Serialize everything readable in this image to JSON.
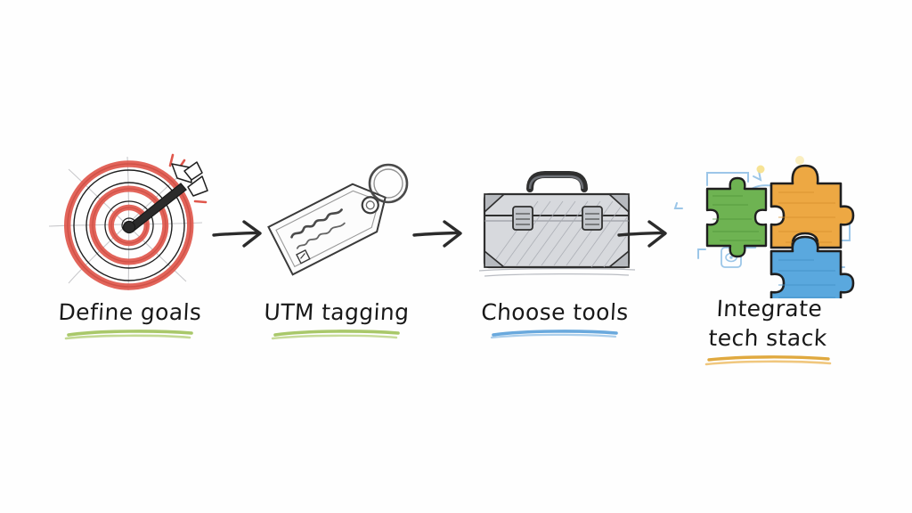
{
  "diagram": {
    "title": "Marketing analytics setup workflow",
    "style": "hand-drawn sketch",
    "background_color": "#fefefe",
    "orientation": "horizontal left-to-right"
  },
  "steps": [
    {
      "index": 1,
      "label": "Define goals",
      "icon_name": "target-bullseye-with-arrow-icon",
      "underline_color": "#a9c86a",
      "accent_color": "#e0574c"
    },
    {
      "index": 2,
      "label": "UTM tagging",
      "icon_name": "luggage-tag-icon",
      "underline_color": "#a9c86a",
      "accent_color": "#6f6f6f",
      "tag_text": "illegible handwritten scribble"
    },
    {
      "index": 3,
      "label": "Choose tools",
      "icon_name": "toolbox-case-icon",
      "underline_color": "#6aa9dd",
      "accent_color": "#8d9096"
    },
    {
      "index": 4,
      "label": "Integrate\ntech stack",
      "icon_name": "puzzle-pieces-icon",
      "underline_color": "#e0a93f",
      "accent_color": "#e89c32"
    }
  ],
  "connectors": [
    {
      "name": "arrow-1",
      "from": "Define goals",
      "to": "UTM tagging",
      "glyph": "arrow-right-icon",
      "color": "#2b2b2b"
    },
    {
      "name": "arrow-2",
      "from": "UTM tagging",
      "to": "Choose tools",
      "glyph": "arrow-right-icon",
      "color": "#2b2b2b"
    },
    {
      "name": "arrow-3",
      "from": "Choose tools",
      "to": "Integrate tech stack",
      "glyph": "arrow-right-icon",
      "color": "#2b2b2b"
    }
  ],
  "palette": {
    "red": "#e0574c",
    "green": "#5aa341",
    "orange": "#e89c32",
    "blue": "#4a9cd8",
    "light_blue": "#9cc6e8",
    "grey": "#8d9096",
    "ink": "#2b2b2b",
    "yellow_dot": "#f2d35a"
  }
}
